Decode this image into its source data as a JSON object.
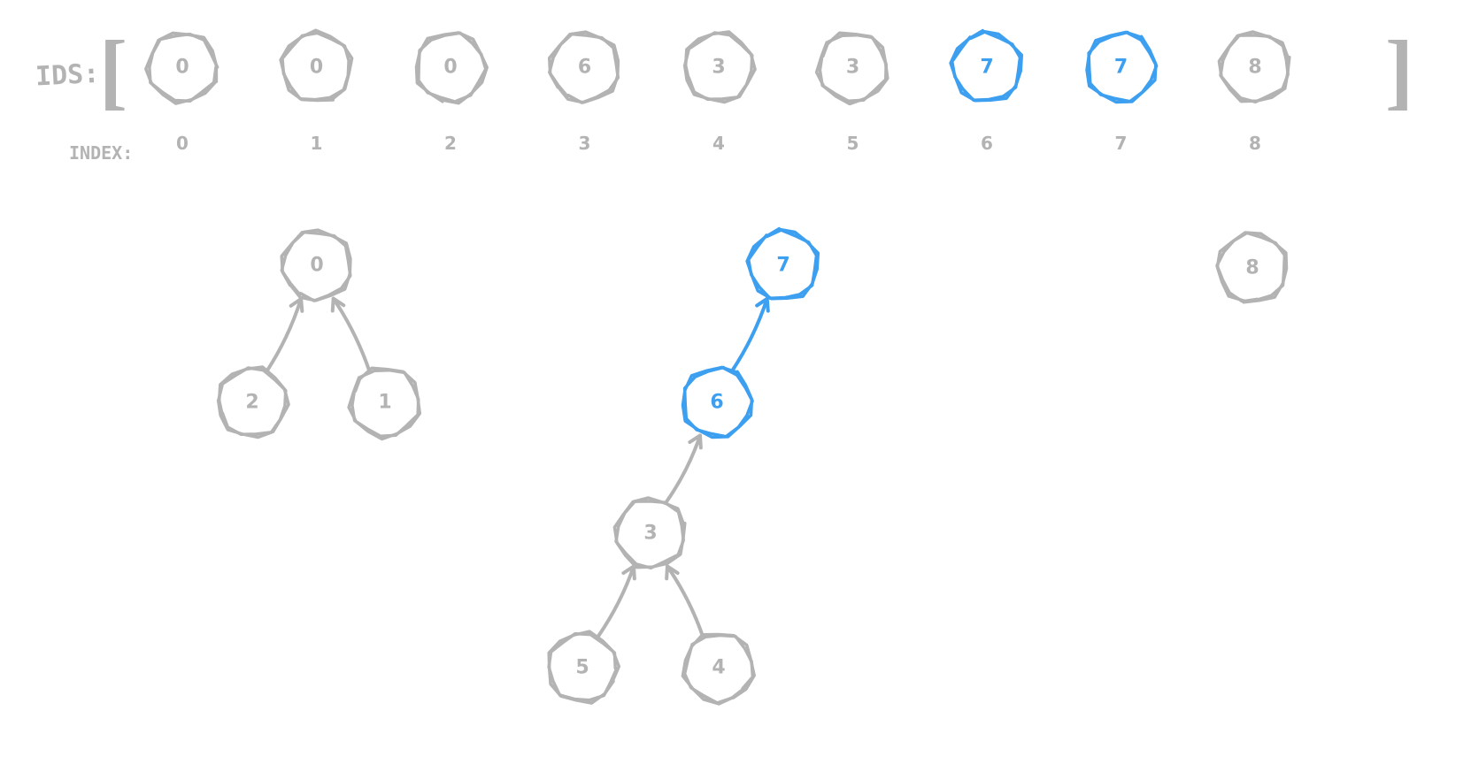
{
  "colors": {
    "normal": "#b3b3b3",
    "highlight": "#3d9ff0"
  },
  "array": {
    "ids_label": "IDS:",
    "open_bracket": "[",
    "close_bracket": "]",
    "index_label": "INDEX:",
    "cells": [
      {
        "value": "0",
        "index": "0",
        "highlight": false
      },
      {
        "value": "0",
        "index": "1",
        "highlight": false
      },
      {
        "value": "0",
        "index": "2",
        "highlight": false
      },
      {
        "value": "6",
        "index": "3",
        "highlight": false
      },
      {
        "value": "3",
        "index": "4",
        "highlight": false
      },
      {
        "value": "3",
        "index": "5",
        "highlight": false
      },
      {
        "value": "7",
        "index": "6",
        "highlight": true
      },
      {
        "value": "7",
        "index": "7",
        "highlight": true
      },
      {
        "value": "8",
        "index": "8",
        "highlight": false
      }
    ]
  },
  "tree": {
    "nodes": [
      {
        "id": "0",
        "highlight": false
      },
      {
        "id": "2",
        "highlight": false
      },
      {
        "id": "1",
        "highlight": false
      },
      {
        "id": "7",
        "highlight": true
      },
      {
        "id": "6",
        "highlight": true
      },
      {
        "id": "3",
        "highlight": false
      },
      {
        "id": "5",
        "highlight": false
      },
      {
        "id": "4",
        "highlight": false
      },
      {
        "id": "8",
        "highlight": false
      }
    ],
    "edges": [
      {
        "from": "2",
        "to": "0",
        "highlight": false
      },
      {
        "from": "1",
        "to": "0",
        "highlight": false
      },
      {
        "from": "6",
        "to": "7",
        "highlight": true
      },
      {
        "from": "3",
        "to": "6",
        "highlight": false
      },
      {
        "from": "5",
        "to": "3",
        "highlight": false
      },
      {
        "from": "4",
        "to": "3",
        "highlight": false
      }
    ]
  }
}
